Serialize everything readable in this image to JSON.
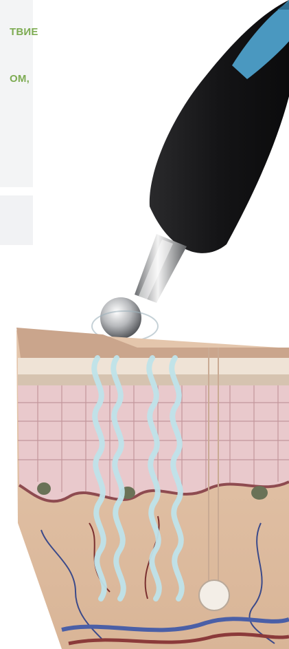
{
  "heading": {
    "line1": "ТВИЕ",
    "line2": "ОМ,"
  },
  "colors": {
    "heading_green": "#7dab52",
    "panel_gray": "#f3f4f5",
    "device_black": "#1c1c1e",
    "device_blue": "#4a98c0",
    "skin_top": "#d8b59b",
    "skin_cells": "#e9c9cc",
    "wave_color": "#bfe3ea",
    "vein_blue": "#4a5fa7",
    "artery_red": "#8b3a3a"
  },
  "icons": [
    "microcurrent-device",
    "skin-cross-section",
    "energy-waves"
  ]
}
